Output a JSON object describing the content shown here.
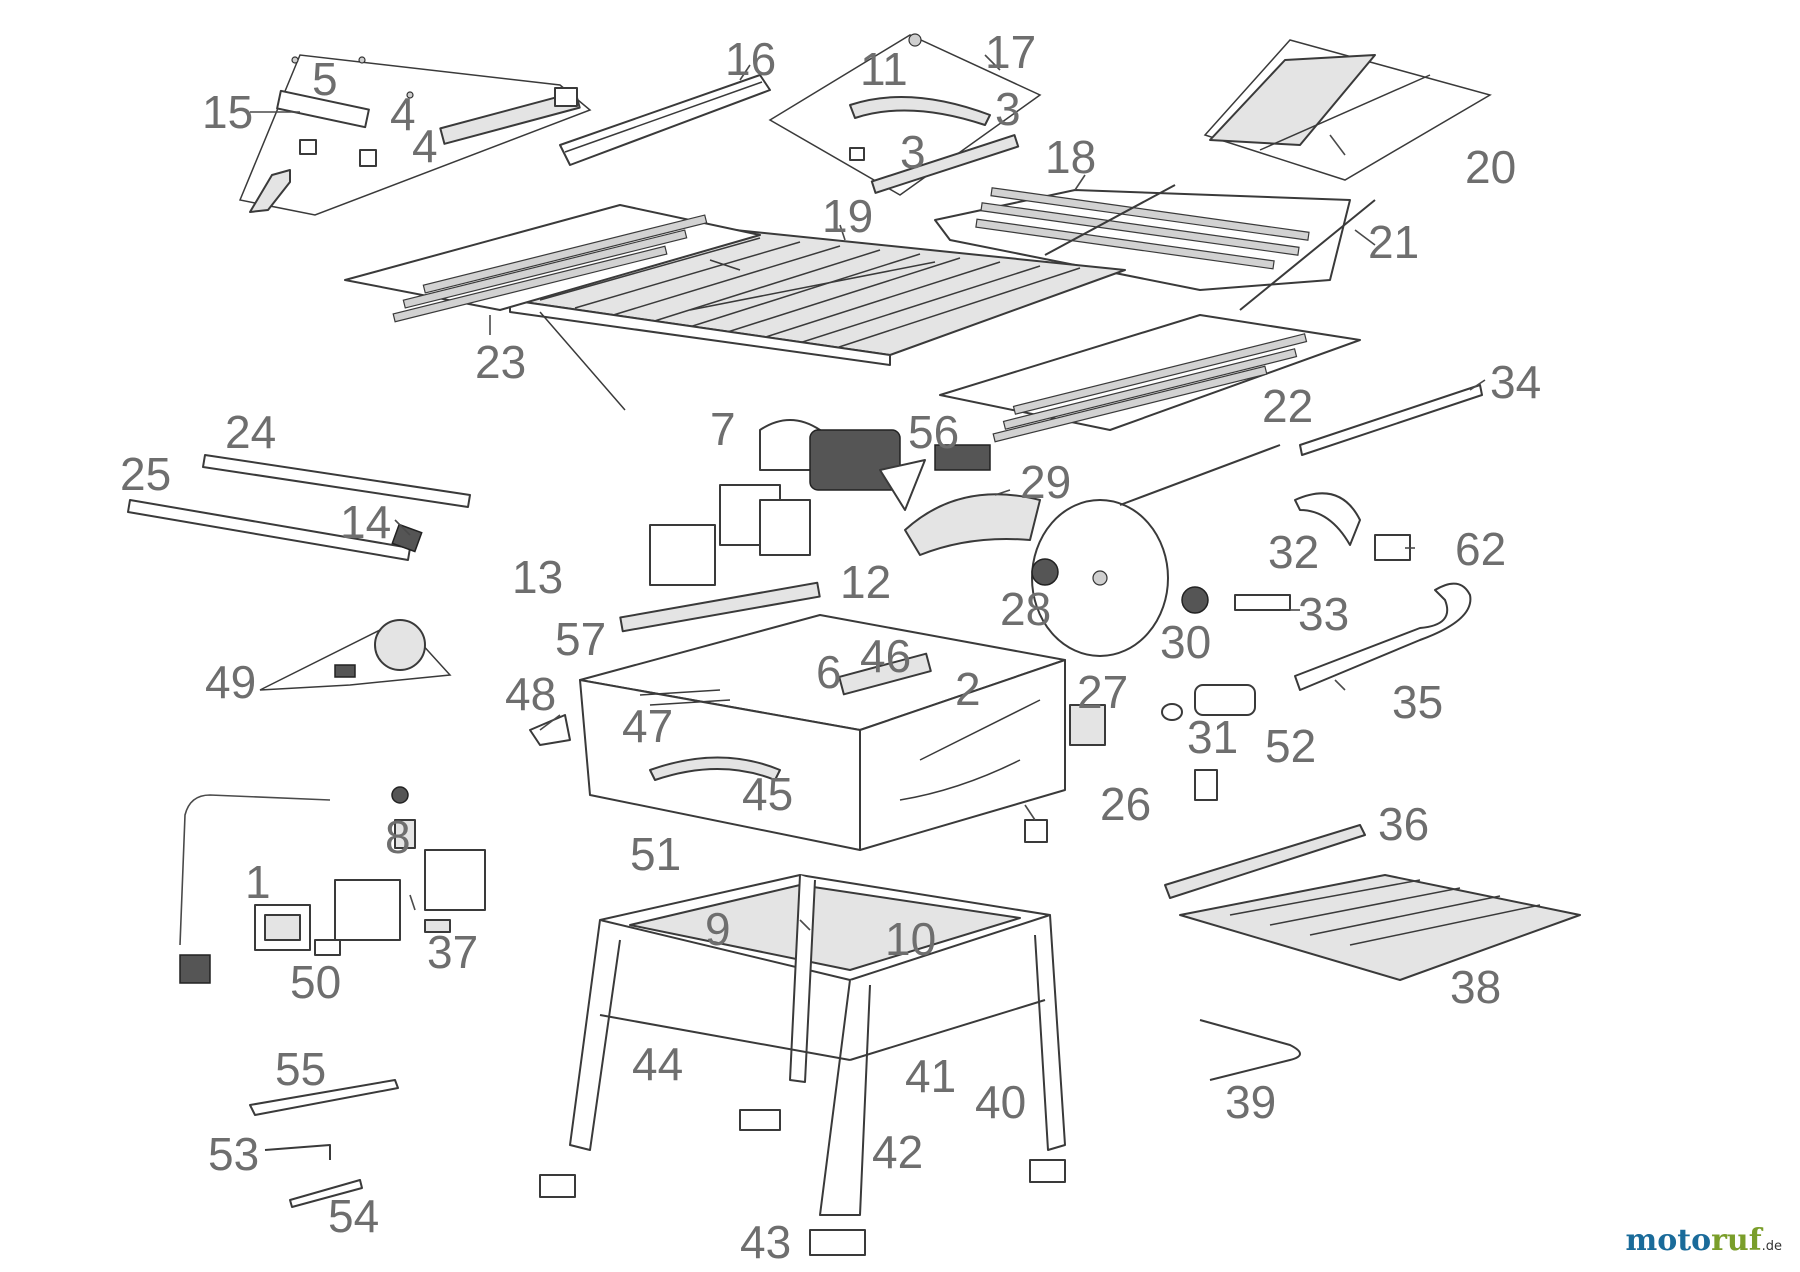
{
  "diagram": {
    "part_numbers": [
      "1",
      "2",
      "3",
      "3",
      "4",
      "4",
      "5",
      "6",
      "7",
      "8",
      "9",
      "10",
      "11",
      "12",
      "13",
      "14",
      "15",
      "16",
      "17",
      "18",
      "19",
      "20",
      "21",
      "22",
      "23",
      "24",
      "25",
      "26",
      "27",
      "28",
      "29",
      "30",
      "31",
      "32",
      "33",
      "34",
      "35",
      "36",
      "37",
      "38",
      "39",
      "40",
      "41",
      "42",
      "43",
      "44",
      "45",
      "46",
      "47",
      "48",
      "49",
      "50",
      "51",
      "52",
      "53",
      "54",
      "55",
      "56",
      "57",
      "62"
    ]
  },
  "brand": {
    "prefix": "moto",
    "suffix": "ruf",
    "tld": ".de"
  }
}
